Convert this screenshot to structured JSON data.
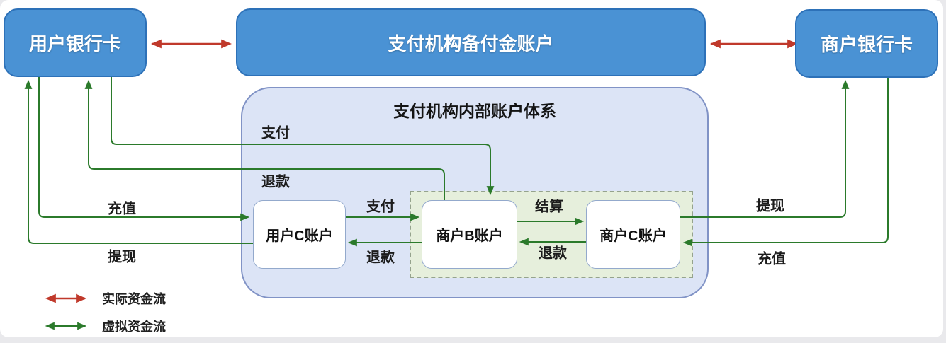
{
  "diagram": {
    "bank_boxes": {
      "user_bank": "用户银行卡",
      "reserve_account": "支付机构备付金账户",
      "merchant_bank": "商户银行卡"
    },
    "internal_system": {
      "title": "支付机构内部账户体系",
      "accounts": {
        "user_c": "用户C账户",
        "merchant_b": "商户B账户",
        "merchant_c": "商户C账户"
      }
    },
    "flow_labels": {
      "pay_top": "支付",
      "refund_top": "退款",
      "recharge_left": "充值",
      "withdraw_left": "提现",
      "pay_inner": "支付",
      "refund_inner": "退款",
      "settle": "结算",
      "refund_bc": "退款",
      "withdraw_right": "提现",
      "recharge_right": "充值"
    },
    "legend": {
      "actual": "实际资金流",
      "virtual": "虚拟资金流"
    },
    "colors": {
      "actual_flow": "#c0392b",
      "virtual_flow": "#2b7a2b",
      "bank_box_fill": "#4a92d4",
      "bank_box_border": "#2d71b8",
      "container_fill": "#dce4f6",
      "container_border": "#8193c6",
      "settlement_zone_fill": "#e6efdc",
      "settlement_zone_border": "#95a38d",
      "account_box_border": "#93a9cc"
    }
  }
}
